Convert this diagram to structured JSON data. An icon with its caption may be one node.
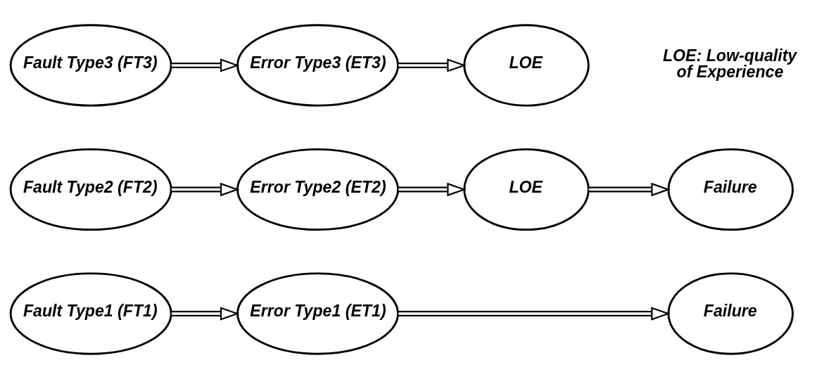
{
  "diagram": {
    "nodes": [
      {
        "text": [
          "Fault Type1 (FT1)"
        ]
      },
      {
        "text": [
          "Error Type1 (ET1)"
        ]
      },
      {
        "text": [
          "Failure"
        ]
      },
      {
        "text": [
          "Fault Type2 (FT2)"
        ]
      },
      {
        "text": [
          "Error Type2 (ET2)"
        ]
      },
      {
        "text": [
          "LOE"
        ]
      },
      {
        "text": [
          "Failure"
        ]
      },
      {
        "text": [
          "Fault Type3 (FT3)"
        ]
      },
      {
        "text": [
          "Error Type3 (ET3)"
        ]
      },
      {
        "text": [
          "LOE"
        ]
      }
    ],
    "edges": [
      {
        "from": 0,
        "to": 1,
        "arrow": "to"
      },
      {
        "from": 1,
        "to": 2,
        "arrow": "to"
      },
      {
        "from": 3,
        "to": 4,
        "arrow": "to"
      },
      {
        "from": 4,
        "to": 5,
        "arrow": "to"
      },
      {
        "from": 5,
        "to": 6,
        "arrow": "to"
      },
      {
        "from": 7,
        "to": 8,
        "arrow": "to"
      },
      {
        "from": 8,
        "to": 9,
        "arrow": "to"
      }
    ],
    "labels": [
      "LOE: Low-quality of Experience"
    ]
  }
}
